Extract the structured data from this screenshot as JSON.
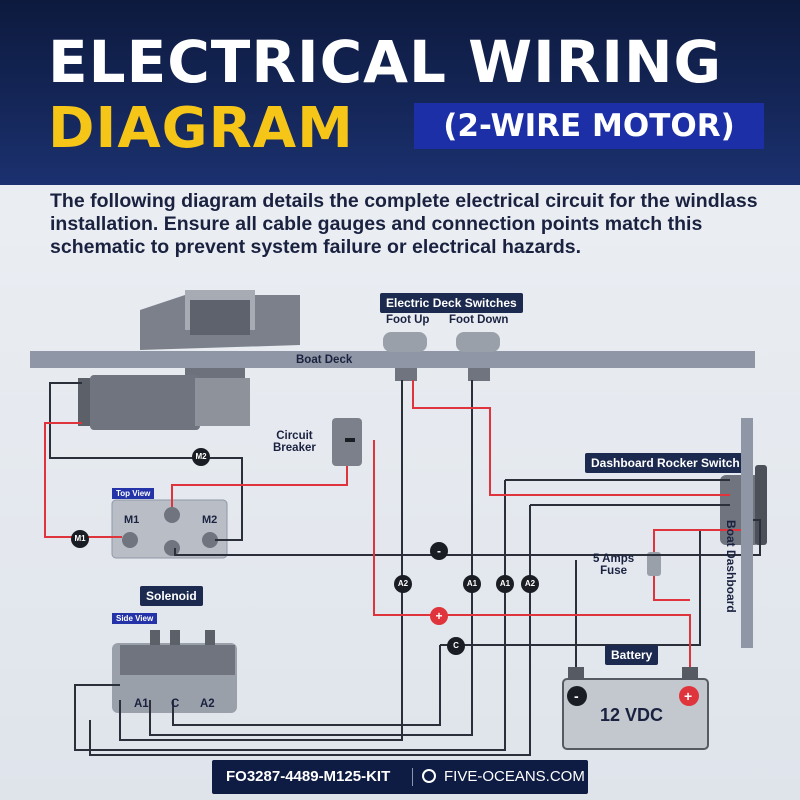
{
  "header": {
    "title_line1": "ELECTRICAL WIRING",
    "title_line2": "DIAGRAM",
    "subtitle": "(2-WIRE MOTOR)"
  },
  "intro": "The following diagram details the complete electrical circuit for the windlass installation. Ensure all cable gauges and connection points match this schematic to prevent system failure or electrical hazards.",
  "labels": {
    "deck_switches": "Electric Deck Switches",
    "foot_up": "Foot Up",
    "foot_down": "Foot Down",
    "boat_deck": "Boat Deck",
    "circuit_breaker": "Circuit\nBreaker",
    "dashboard_rocker": "Dashboard Rocker Switch",
    "fuse": "5 Amps\nFuse",
    "boat_dashboard": "Boat Dashboard",
    "top_view": "Top View",
    "side_view": "Side View",
    "solenoid": "Solenoid",
    "battery": "Battery",
    "battery_voltage": "12 VDC",
    "solenoid_m1": "M1",
    "solenoid_m2": "M2",
    "side_a1": "A1",
    "side_c": "C",
    "side_a2": "A2",
    "plus": "+",
    "minus": "-"
  },
  "wire_tags": {
    "m1": "M1",
    "m2": "M2",
    "a1": "A1",
    "a2": "A2",
    "c": "C",
    "neg": "-",
    "pos": "+"
  },
  "colors": {
    "header_bg": "#0d1a3e",
    "title_yellow": "#f5c518",
    "subtitle_bg": "#1c2fa6",
    "wire_red": "#e0343c",
    "wire_dark": "#2a2f3a",
    "tag_bg": "#1b2a4e"
  },
  "footer": {
    "kit_code": "FO3287-4489-M125-KIT",
    "site": "FIVE-OCEANS.COM"
  }
}
